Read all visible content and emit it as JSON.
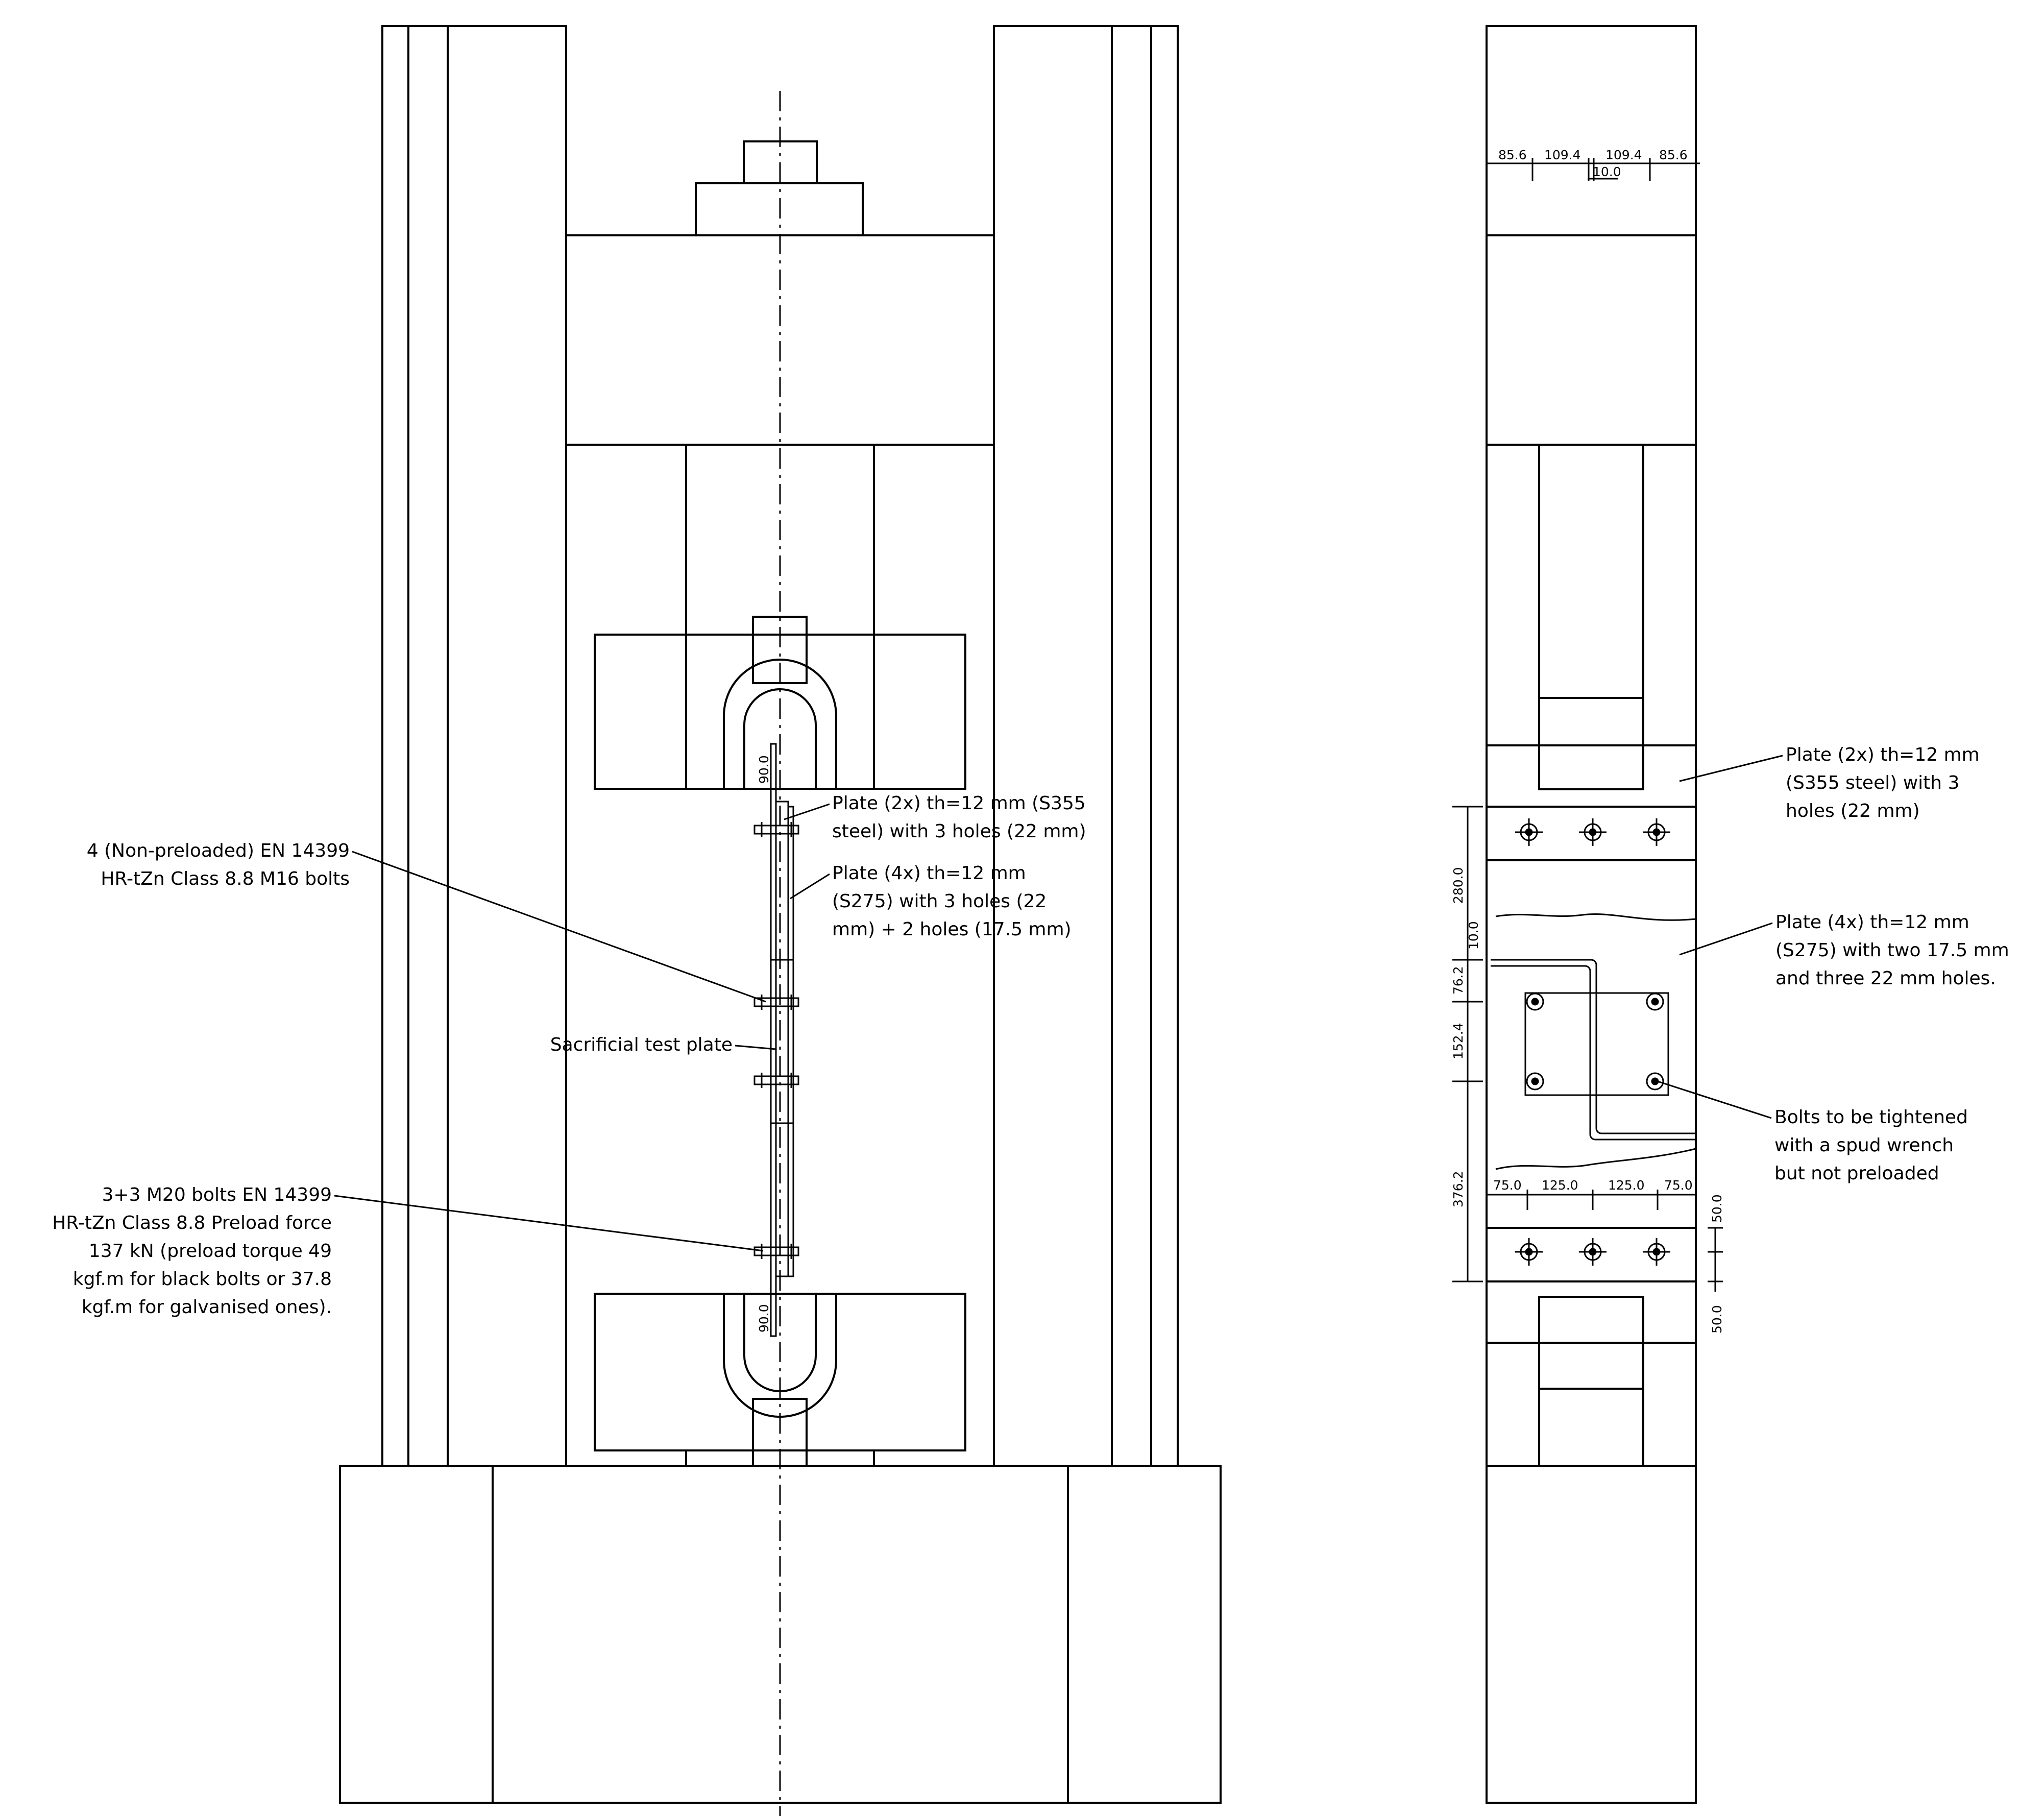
{
  "front_view": {
    "labels": {
      "plate_2x": [
        "Plate (2x) th=12 mm (S355",
        "steel) with 3 holes (22 mm)"
      ],
      "plate_4x": [
        "Plate (4x) th=12 mm",
        "(S275) with 3 holes (22",
        "mm) + 2 holes (17.5 mm)"
      ],
      "non_preloaded_bolts": [
        "4 (Non-preloaded) EN 14399",
        "HR-tZn Class 8.8 M16 bolts"
      ],
      "sacrificial_plate": "Sacrificial test plate",
      "m20_bolts": [
        "3+3 M20 bolts EN 14399",
        "HR-tZn Class 8.8 Preload force",
        "137 kN (preload torque 49",
        "kgf.m for black bolts or 37.8",
        "kgf.m for galvanised ones)."
      ]
    },
    "dimensions": {
      "upper_grip_depth": "90.0",
      "lower_grip_depth": "90.0"
    }
  },
  "side_view": {
    "labels": {
      "plate_2x": [
        "Plate (2x) th=12 mm",
        "(S355 steel) with 3",
        "holes (22 mm)"
      ],
      "plate_4x": [
        "Plate (4x) th=12 mm",
        "(S275) with two 17.5 mm",
        "and three 22 mm holes."
      ],
      "bolts_note": [
        "Bolts to be tightened",
        "with a spud wrench",
        "but not preloaded"
      ]
    },
    "dimensions": {
      "top": [
        "85.6",
        "109.4",
        "109.4",
        "85.6"
      ],
      "top_gap": "10.0",
      "bottom_horizontal": [
        "75.0",
        "125.0",
        "125.0",
        "75.0"
      ],
      "left_vertical": [
        "280.0",
        "10.0",
        "76.2",
        "152.4",
        "376.2"
      ],
      "right_vertical": [
        "50.0",
        "50.0"
      ]
    }
  }
}
